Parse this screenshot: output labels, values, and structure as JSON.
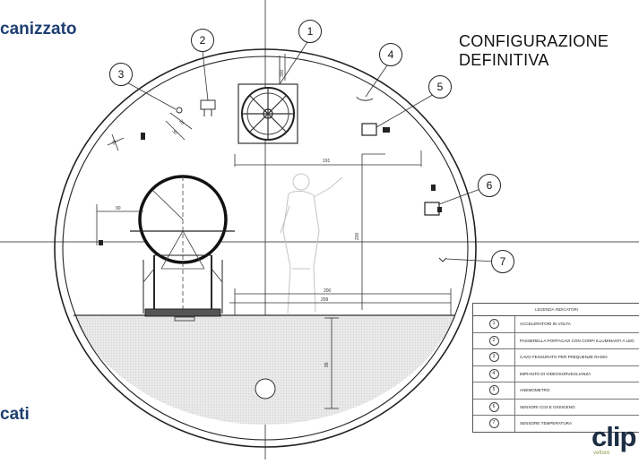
{
  "side_text_top": "canizzato",
  "side_text_bottom": "cati",
  "title_lines": [
    "CONFIGURAZIONE",
    "DEFINITIVA"
  ],
  "callouts": [
    "1",
    "2",
    "3",
    "4",
    "5",
    "6",
    "7"
  ],
  "dimensions": {
    "d191": "191",
    "d200_vert": "200",
    "d200_horiz": "200",
    "d209": "209",
    "d90": "90",
    "d95": "95",
    "d25": "25",
    "d20": "20",
    "d30": "30",
    "d300": "300"
  },
  "legend": {
    "header": "LEGENDA INDICATORI",
    "rows": [
      {
        "num": "1",
        "text": "ACCELERATORI IN VOLTA"
      },
      {
        "num": "2",
        "text": "PASSERELLA PORTACAVI CON CORPI ILLUMINANTI A LED"
      },
      {
        "num": "3",
        "text": "CAVO FESSURATO PER FREQUENZE RADIO"
      },
      {
        "num": "4",
        "text": "IMPIANTO DI VIDEOSORVEGLIANZA"
      },
      {
        "num": "5",
        "text": "ANEMOMETRO"
      },
      {
        "num": "6",
        "text": "SENSORI CO2 E OSSIGENO"
      },
      {
        "num": "7",
        "text": "SENSORE TEMPERATURA"
      }
    ]
  },
  "logo": "clip",
  "logo_sub": "vettore"
}
